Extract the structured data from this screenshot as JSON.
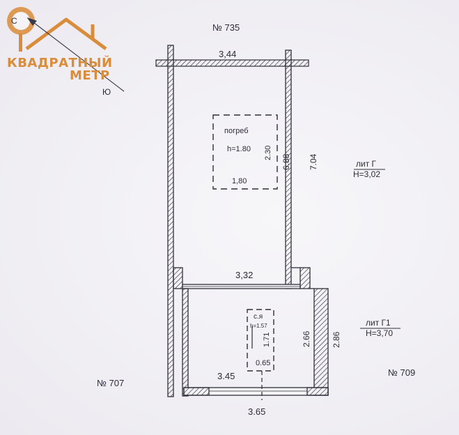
{
  "logo": {
    "line1": "КВАДРАТНЫЙ",
    "line2": "МЕТР",
    "color": "#d98c3a"
  },
  "compass": {
    "north": "С",
    "south": "Ю"
  },
  "plan": {
    "neighbor_top": "№ 735",
    "neighbor_left": "№ 707",
    "neighbor_right": "№ 709",
    "dim_top_width": "3,44",
    "dim_main_outer_height": "7.04",
    "dim_main_inner_height": "6.88",
    "dim_middle_width": "3,32",
    "dim_lower_inner_width": "3.45",
    "dim_lower_outer_width": "3.65",
    "dim_lower_inner_height": "2.66",
    "dim_lower_outer_height": "2.86",
    "cellar": {
      "title": "погреб",
      "height": "h=1.80",
      "width": "1,80",
      "depth": "2.30"
    },
    "pit": {
      "title": "с.я",
      "height": "h=1.57",
      "depth": "1.71",
      "width": "0.65"
    },
    "lit_g": {
      "name": "лит Г",
      "height": "Н=3,02"
    },
    "lit_g1": {
      "name": "лит Г1",
      "height": "Н=3,70"
    }
  }
}
